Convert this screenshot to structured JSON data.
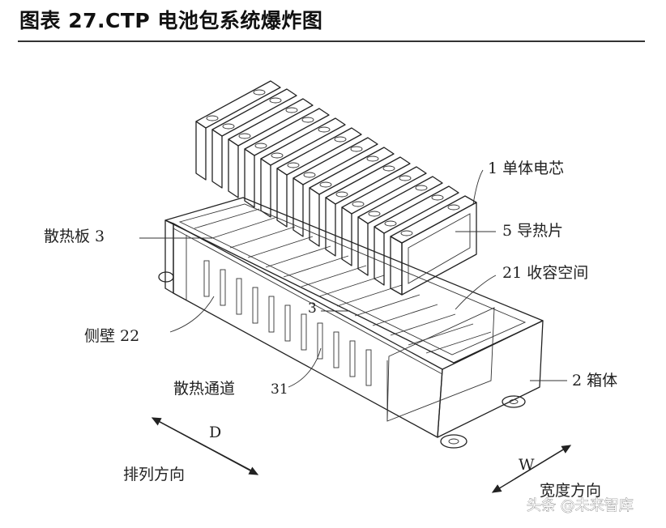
{
  "title": "图表 27.CTP 电池包系统爆炸图",
  "labels": {
    "cell": "1 单体电芯",
    "thermal_pad": "5  导热片",
    "receiving_space": "21  收容空间",
    "heat_plate": "散热板 3",
    "side_wall": "侧壁  22",
    "channel": "散热通道",
    "channel_num": "31",
    "box": "2  箱体",
    "num_3": "3",
    "dir_d_letter": "D",
    "dir_d": "排列方向",
    "dir_w_letter": "W",
    "dir_w": "宽度方向"
  },
  "watermark": "头条 @未来智库"
}
